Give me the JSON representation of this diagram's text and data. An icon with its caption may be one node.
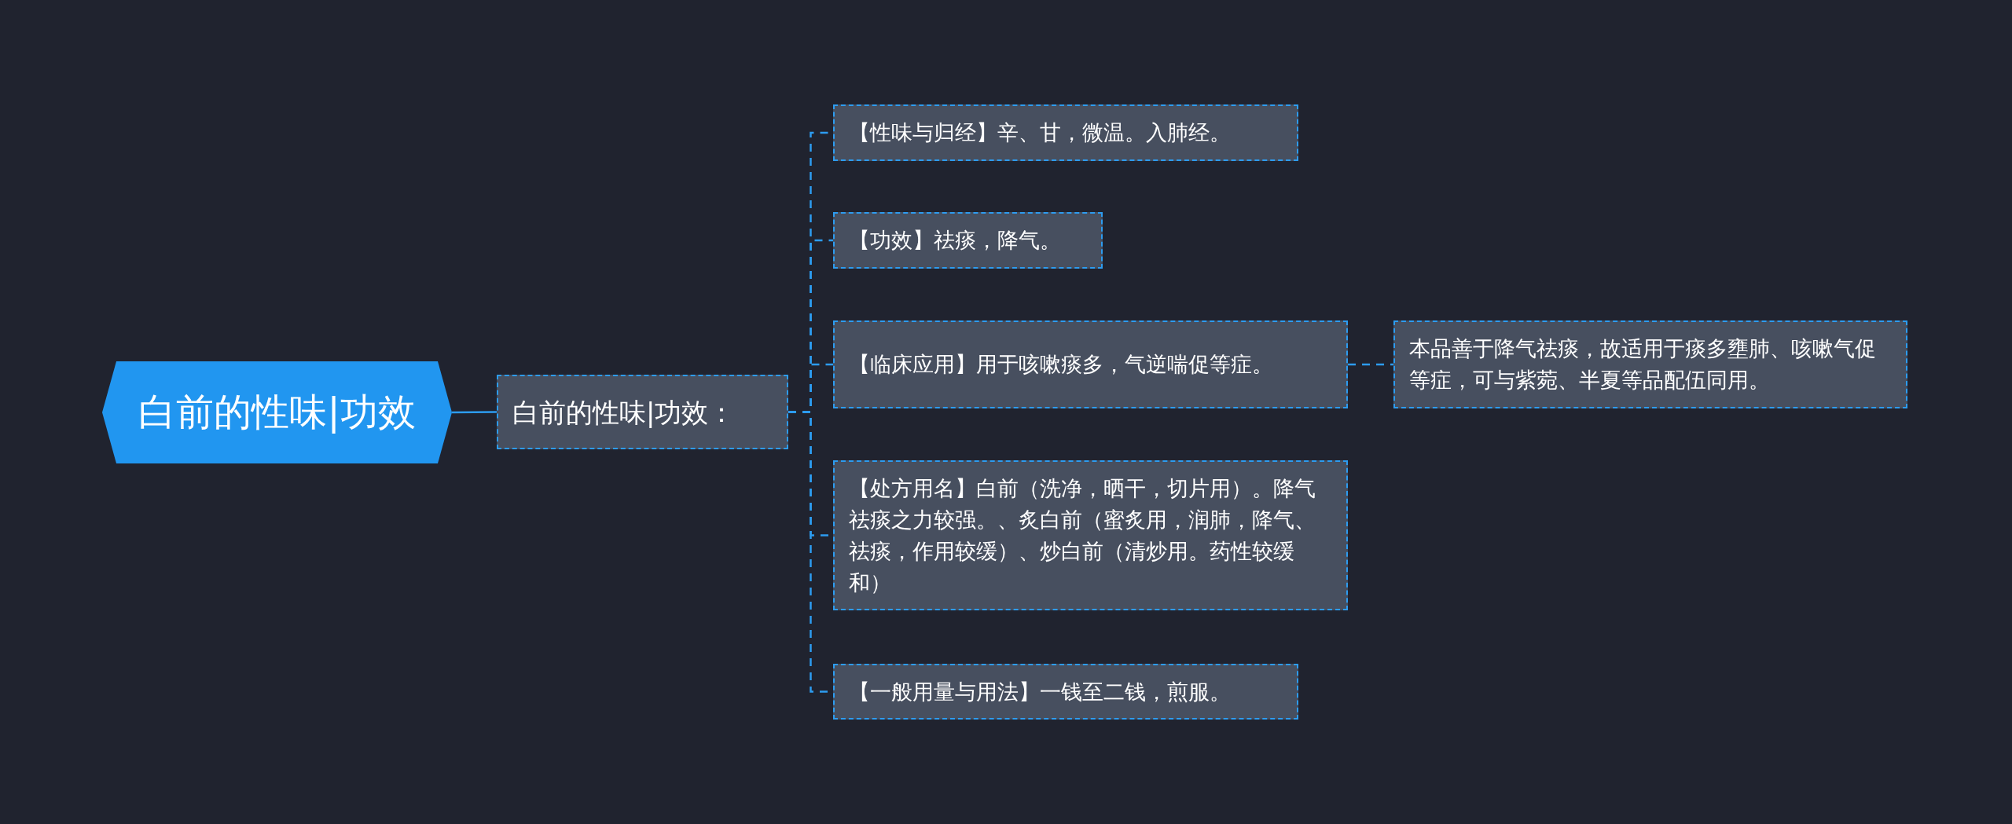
{
  "diagram": {
    "nodes": [
      {
        "text": [
          "白前的性味|功效"
        ]
      },
      {
        "text": [
          "白前的性味|功效："
        ]
      },
      {
        "text": [
          "【性味与归经】辛、甘，微温。入肺经。"
        ]
      },
      {
        "text": [
          "【功效】祛痰，降气。"
        ]
      },
      {
        "text": [
          "【临床应用】用于咳嗽痰多，气逆喘促等症。"
        ]
      },
      {
        "text": [
          "本品善于降气祛痰，故适用于痰多壅肺、咳嗽气促等症，可与紫菀、半夏等品配伍同用。"
        ]
      },
      {
        "text": [
          "【处方用名】白前（洗净，晒干，切片用）。降气祛痰之力较强。、炙白前（蜜炙用，润肺，降气、祛痰，作用较缓）、炒白前（清炒用。药性较缓和）"
        ]
      },
      {
        "text": [
          "【一般用量与用法】一钱至二钱，煎服。"
        ]
      }
    ],
    "edges": [
      {
        "from": 0,
        "to": 1,
        "arrow": "none"
      },
      {
        "from": 1,
        "to": 2,
        "arrow": "none",
        "style": "dashed"
      },
      {
        "from": 1,
        "to": 3,
        "arrow": "none",
        "style": "dashed"
      },
      {
        "from": 1,
        "to": 4,
        "arrow": "none",
        "style": "dashed"
      },
      {
        "from": 1,
        "to": 6,
        "arrow": "none",
        "style": "dashed"
      },
      {
        "from": 1,
        "to": 7,
        "arrow": "none",
        "style": "dashed"
      },
      {
        "from": 4,
        "to": 5,
        "arrow": "none",
        "style": "dashed"
      }
    ]
  }
}
